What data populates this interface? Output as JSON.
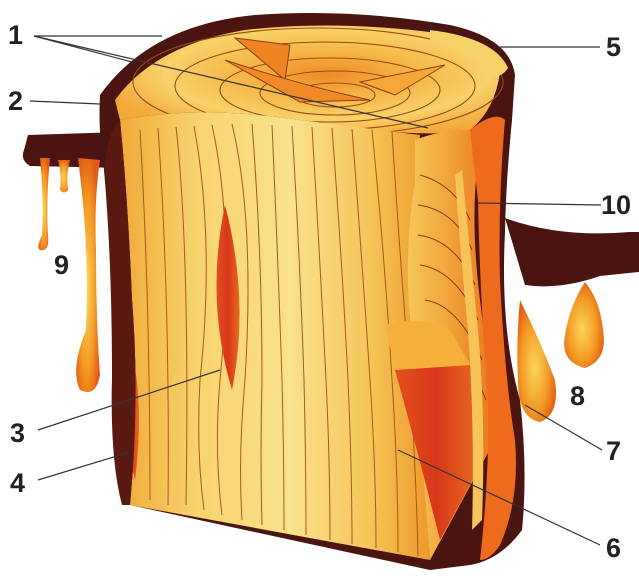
{
  "labels": {
    "l1": "1",
    "l2": "2",
    "l3": "3",
    "l4": "4",
    "l5": "5",
    "l6": "6",
    "l7": "7",
    "l8": "8",
    "l9": "9",
    "l10": "10"
  },
  "colors": {
    "bark": "#4a1410",
    "wood_light": "#f6d977",
    "wood_mid": "#f3b43a",
    "wood_orange": "#ee7a1c",
    "resin_red": "#d8381a",
    "grain_line": "#8a3b12",
    "line": "#333333"
  }
}
